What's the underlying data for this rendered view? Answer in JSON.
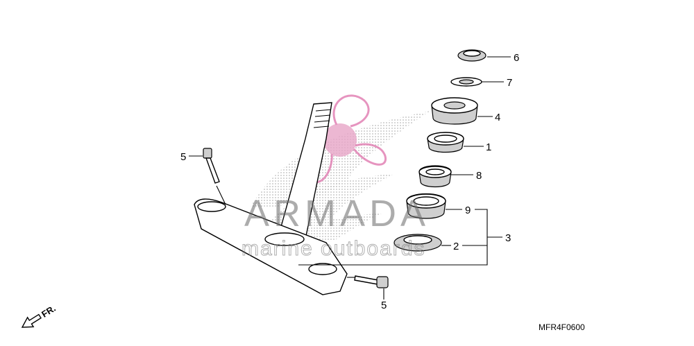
{
  "watermark": {
    "brand": "ARMADA",
    "tagline": "marine outboards"
  },
  "direction_label": "FR.",
  "diagram_code": "MFR4F0600",
  "callouts": {
    "p1": "1",
    "p2": "2",
    "p3": "3",
    "p4": "4",
    "p5a": "5",
    "p5b": "5",
    "p6": "6",
    "p7": "7",
    "p8": "8",
    "p9": "9"
  }
}
